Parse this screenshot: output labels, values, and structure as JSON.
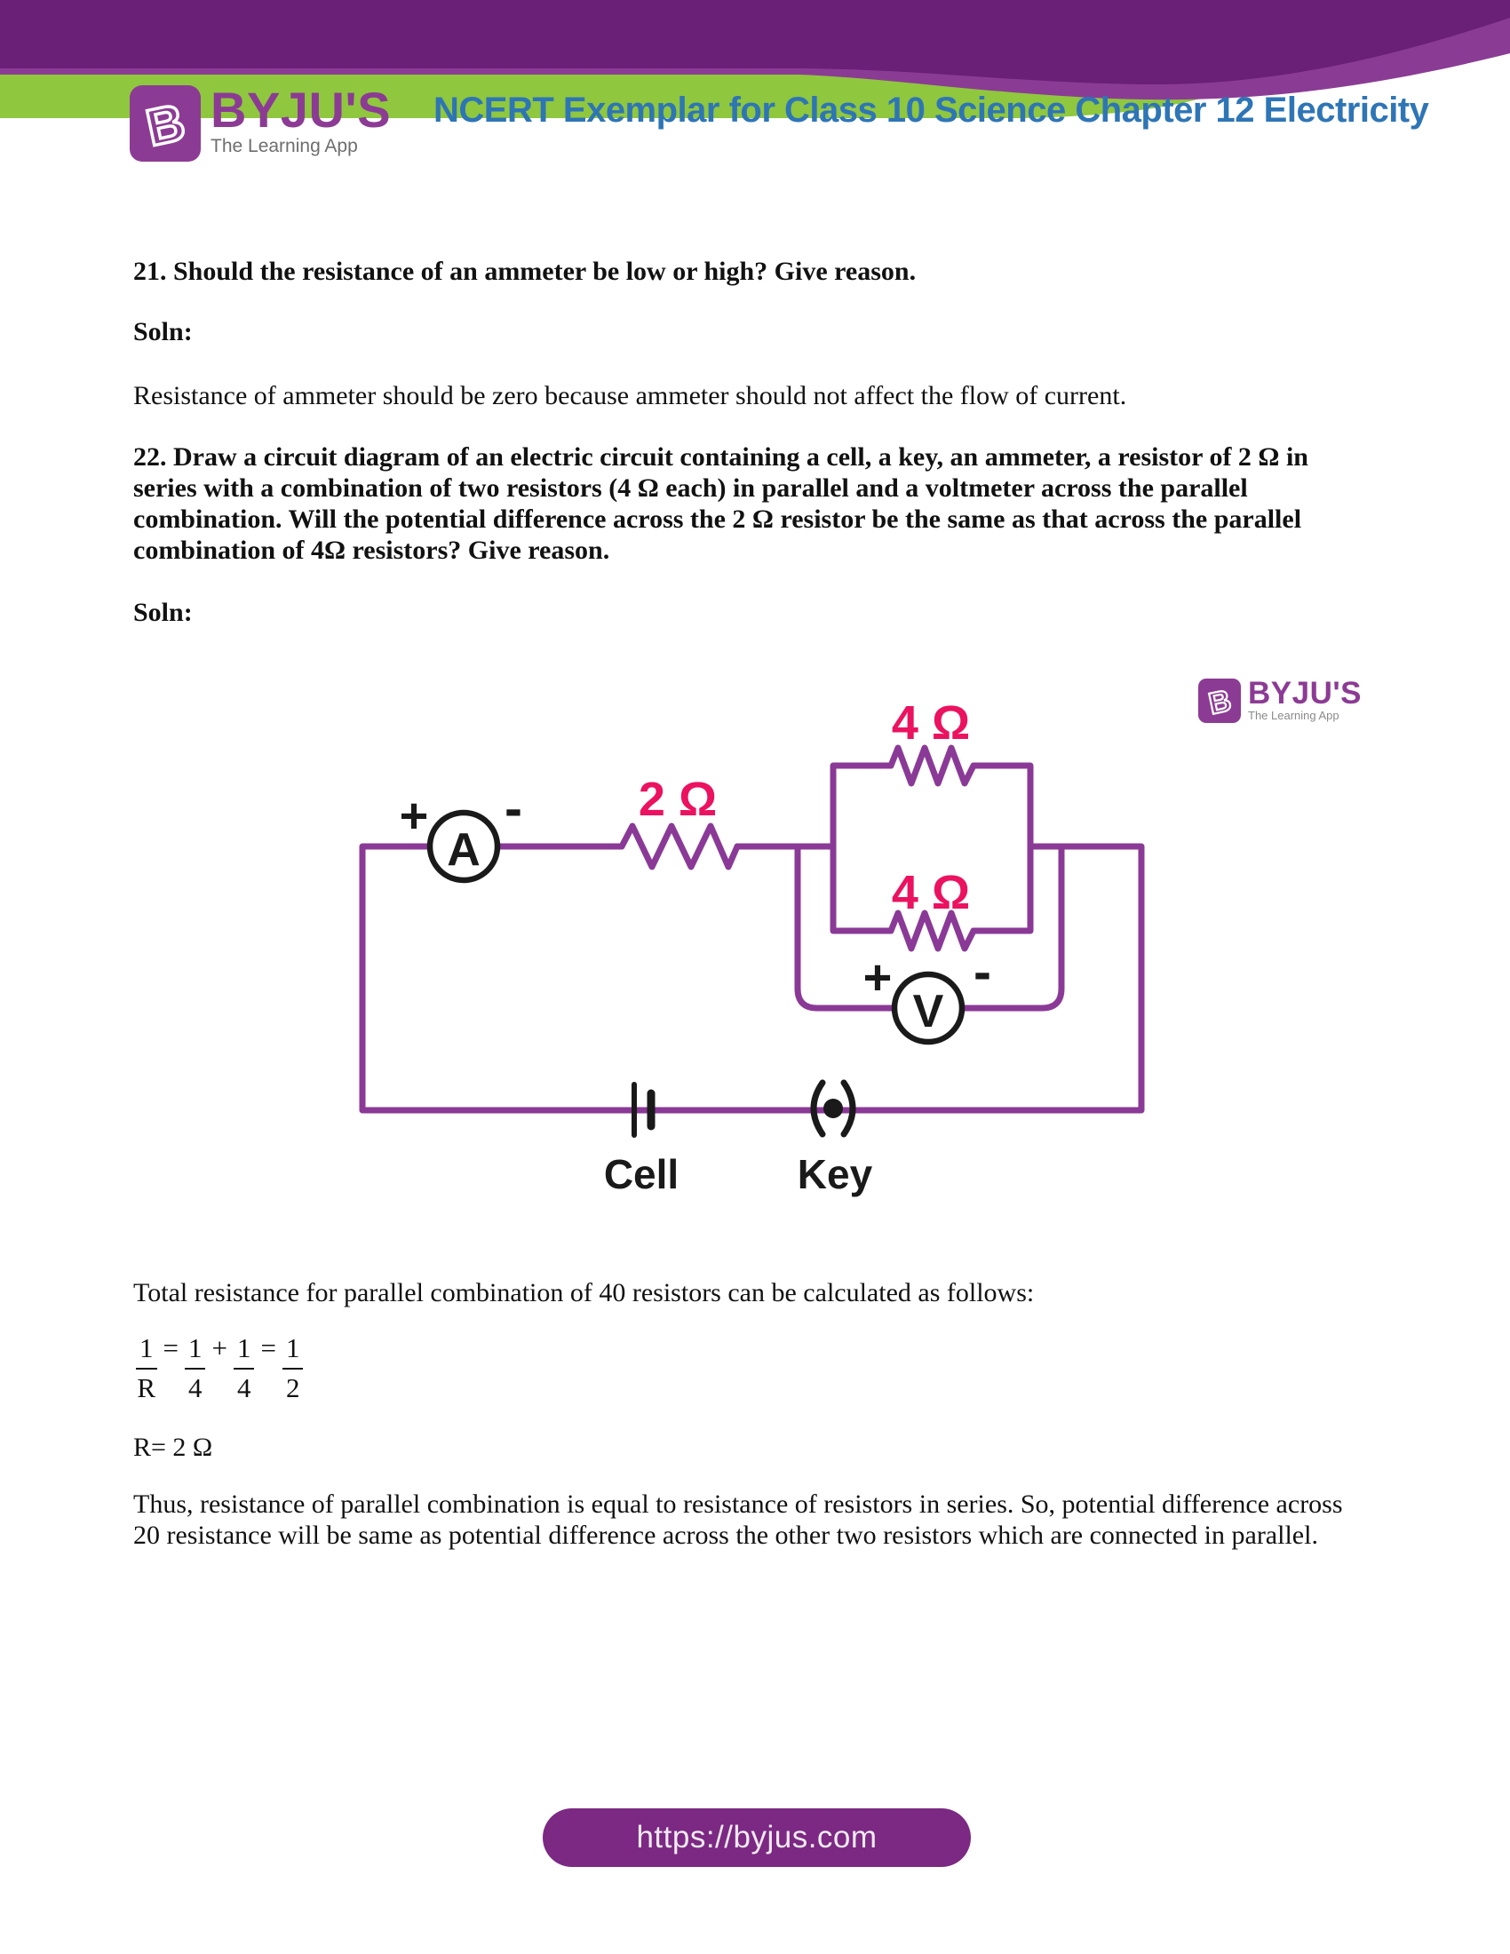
{
  "header": {
    "logo": {
      "brand": "BYJU'S",
      "tagline": "The Learning App"
    },
    "title": "NCERT Exemplar for Class 10 Science Chapter 12 Electricity"
  },
  "q21": {
    "question": "21. Should the resistance of an ammeter be low or high? Give reason.",
    "soln_label": "Soln:",
    "answer": "Resistance of ammeter should be zero because ammeter should not affect the flow of current."
  },
  "q22": {
    "lines": [
      "22. Draw a circuit diagram of an electric circuit containing a cell, a key, an ammeter, a resistor of 2 Ω in",
      "series with a combination of two resistors (4 Ω each) in parallel and a voltmeter across the parallel",
      "combination. Will the potential difference across the 2 Ω resistor be the same as that across the parallel",
      "combination of 4Ω resistors? Give reason."
    ],
    "soln_label": "Soln:"
  },
  "circuit": {
    "labels": {
      "ammeter": "A",
      "voltmeter": "V",
      "r_series": "2 Ω",
      "r_parallel_top": "4 Ω",
      "r_parallel_bottom": "4 Ω",
      "cell": "Cell",
      "key": "Key",
      "plus": "+",
      "minus": "-"
    },
    "watermark": {
      "brand": "BYJU'S",
      "tagline": "The Learning App"
    }
  },
  "solution": {
    "intro": "Total resistance for parallel combination of 40 resistors can be calculated as follows:",
    "equation": {
      "f1": {
        "num": "1",
        "den": "R"
      },
      "op1": "=",
      "f2": {
        "num": "1",
        "den": "4"
      },
      "op2": "+",
      "f3": {
        "num": "1",
        "den": "4"
      },
      "op3": "=",
      "f4": {
        "num": "1",
        "den": "2"
      }
    },
    "result": "R= 2 Ω",
    "conclusion_lines": [
      "Thus, resistance of parallel combination is equal to resistance of resistors in series. So, potential difference across",
      "20 resistance will be same as potential difference across the other two resistors which are connected in parallel."
    ]
  },
  "footer": {
    "url": "https://byjus.com"
  },
  "colors": {
    "banner_purple": "#6A2077",
    "banner_purple_light": "#8A3C94",
    "banner_green": "#8FC73E",
    "brand_purple": "#8C3B94",
    "title_blue": "#2E75B6",
    "wire_purple": "#8A3A96",
    "label_pink": "#EB1260",
    "pill_purple": "#7B2982"
  }
}
